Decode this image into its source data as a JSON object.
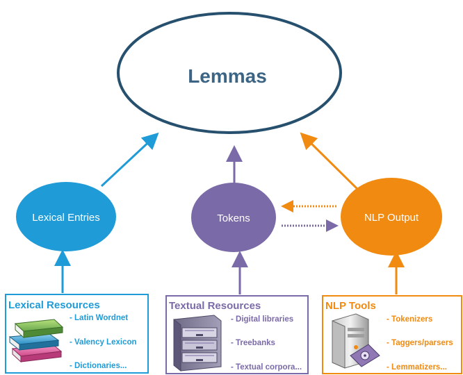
{
  "nodes": {
    "lemmas": "Lemmas",
    "lexical_entries": "Lexical Entries",
    "tokens": "Tokens",
    "nlp_output": "NLP Output"
  },
  "boxes": {
    "lexical": {
      "title": "Lexical Resources",
      "items": [
        "- Latin Wordnet",
        "- Valency Lexicon",
        "- Dictionaries..."
      ]
    },
    "textual": {
      "title": "Textual Resources",
      "items": [
        "- Digital libraries",
        "- Treebanks",
        "- Textual corpora..."
      ]
    },
    "nlp": {
      "title": "NLP Tools",
      "items": [
        "- Tokenizers",
        "- Taggers/parsers",
        "- Lemmatizers..."
      ]
    }
  },
  "colors": {
    "lemmas_stroke": "#26506e",
    "lexical": "#1f9bd7",
    "textual": "#7b6aa8",
    "nlp": "#f08a10"
  },
  "icons": {
    "lexical": "books-icon",
    "textual": "file-cabinet-icon",
    "nlp": "server-icon"
  }
}
